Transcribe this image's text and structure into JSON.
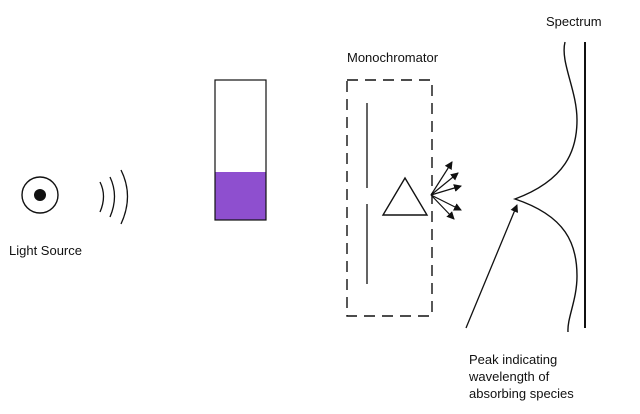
{
  "labels": {
    "light_source": "Light Source",
    "monochromator": "Monochromator",
    "spectrum": "Spectrum",
    "peak_line1": "Peak indicating",
    "peak_line2": "wavelength of",
    "peak_line3": "absorbing species"
  },
  "colors": {
    "sample": "#8e4fcf",
    "stroke": "#111111"
  },
  "icons": {
    "light_source": "circle-dot-icon",
    "prism": "triangle-icon"
  }
}
